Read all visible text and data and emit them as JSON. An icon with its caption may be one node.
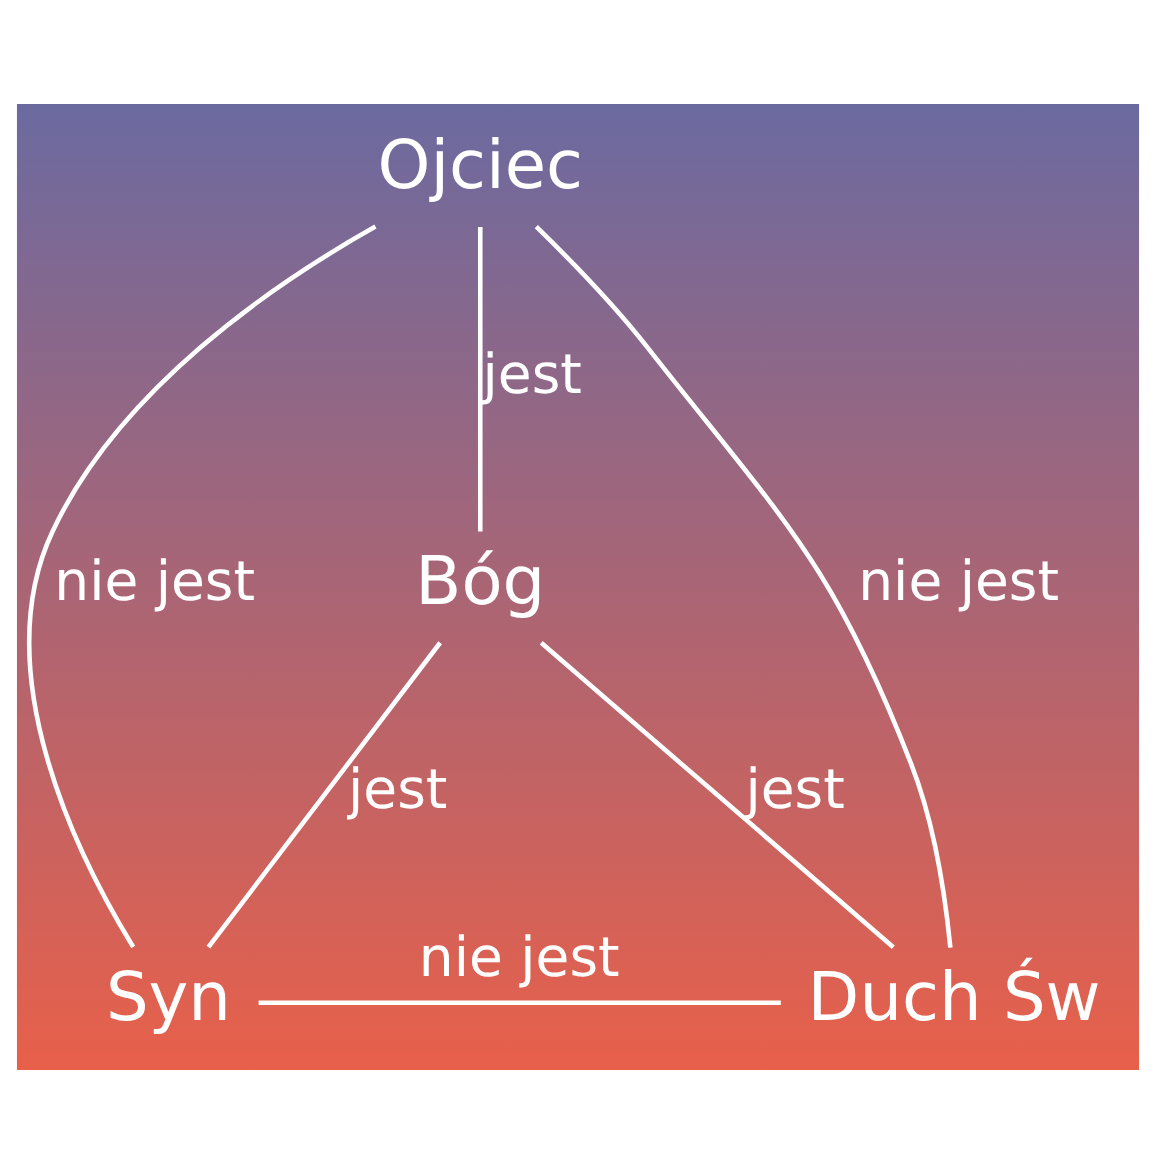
{
  "diagram": {
    "nodes": [
      {
        "text": [
          "Ojciec"
        ]
      },
      {
        "text": [
          "Bóg"
        ]
      },
      {
        "text": [
          "Syn"
        ]
      },
      {
        "text": [
          "Duch Św"
        ]
      }
    ],
    "edges": [
      {
        "from": 0,
        "to": 2,
        "arrow": "none",
        "label": "nie jest"
      },
      {
        "from": 0,
        "to": 1,
        "arrow": "none",
        "label": "jest"
      },
      {
        "from": 0,
        "to": 3,
        "arrow": "none",
        "label": "nie jest"
      },
      {
        "from": 1,
        "to": 2,
        "arrow": "none",
        "label": "jest"
      },
      {
        "from": 1,
        "to": 3,
        "arrow": "none",
        "label": "jest"
      },
      {
        "from": 2,
        "to": 3,
        "arrow": "none",
        "label": "nie jest"
      }
    ]
  }
}
